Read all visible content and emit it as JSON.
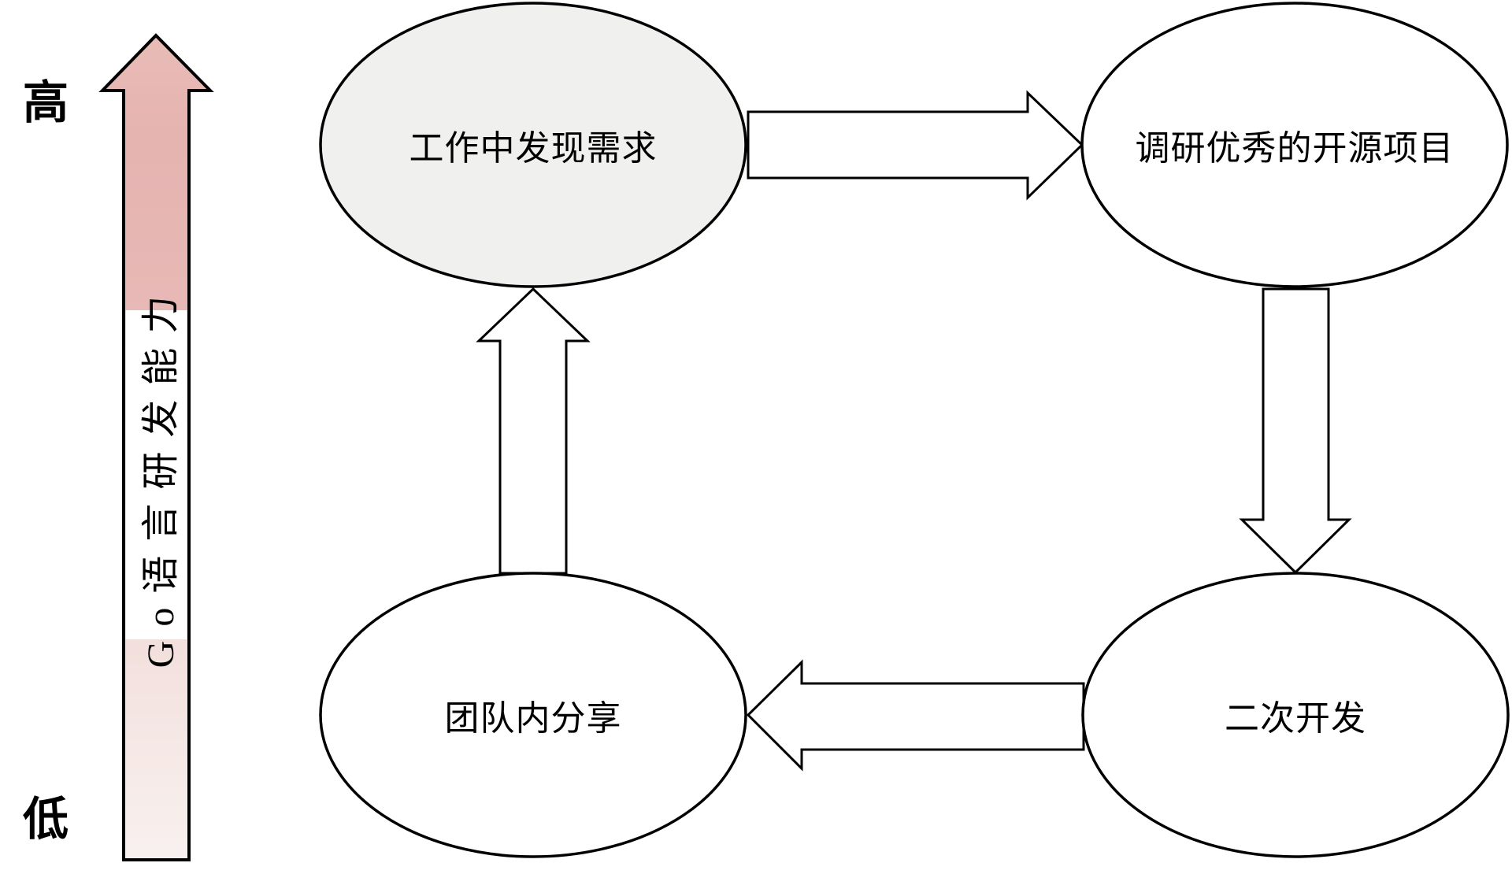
{
  "diagram": {
    "axis": {
      "title": "Go语言研发能力",
      "high": "高",
      "low": "低"
    },
    "nodes": [
      {
        "id": "discover",
        "label": "工作中发现需求",
        "highlighted": true
      },
      {
        "id": "research",
        "label": "调研优秀的开源项目",
        "highlighted": false
      },
      {
        "id": "develop",
        "label": "二次开发",
        "highlighted": false
      },
      {
        "id": "share",
        "label": "团队内分享",
        "highlighted": false
      }
    ],
    "edges": [
      {
        "from": "discover",
        "to": "research",
        "direction": "right"
      },
      {
        "from": "research",
        "to": "develop",
        "direction": "down"
      },
      {
        "from": "develop",
        "to": "share",
        "direction": "left"
      },
      {
        "from": "share",
        "to": "discover",
        "direction": "up"
      }
    ]
  },
  "colors": {
    "stroke": "#000000",
    "node_fill": "#ffffff",
    "node_highlight_fill": "#f0f0ef",
    "edge_arrow_fill": "#ffffff",
    "axis_band_fill": "#ffffff",
    "capability_gradient_0": "#e9bcb8",
    "capability_gradient_1": "#e5b3b0",
    "capability_gradient_2": "#e7b8b5",
    "capability_gradient_3": "#f0d8d5",
    "capability_gradient_4": "#f8f1ef"
  }
}
